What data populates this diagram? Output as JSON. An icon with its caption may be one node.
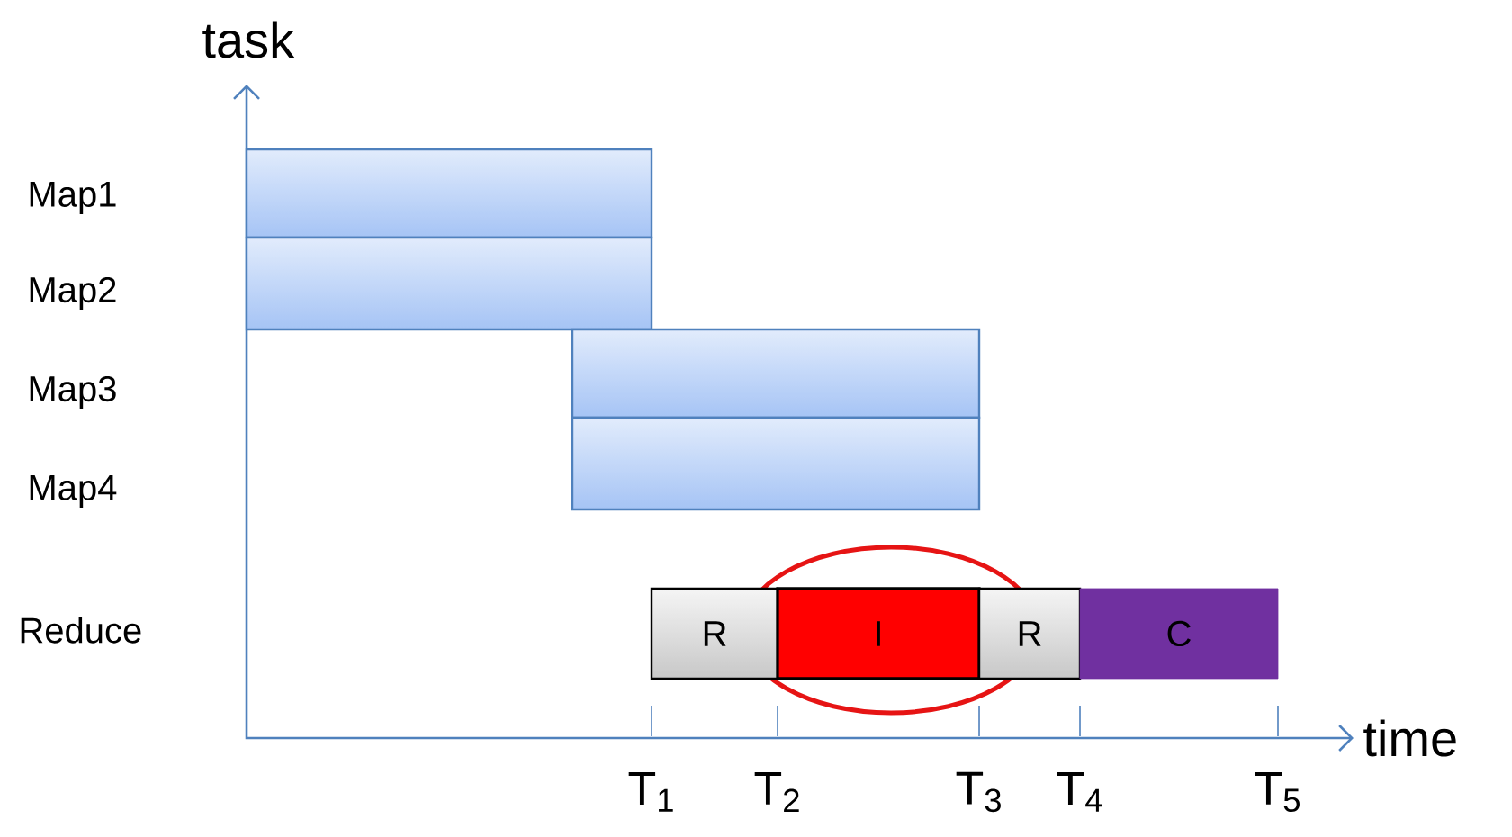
{
  "diagram": {
    "nodes": [
      {
        "text": [],
        "shape": "bar"
      },
      {
        "text": [],
        "shape": "bar"
      },
      {
        "text": [],
        "shape": "bar"
      },
      {
        "text": [],
        "shape": "bar"
      },
      {
        "text": [
          "R"
        ]
      },
      {
        "text": [
          "I"
        ]
      },
      {
        "text": [
          "R"
        ]
      },
      {
        "text": [
          "C"
        ]
      }
    ],
    "labels": [
      "task",
      "Map1",
      "Map2",
      "Map3",
      "Map4",
      "Reduce",
      "time",
      "T$_{1}$",
      "T$_{2}$",
      "T$_{3}$",
      "T$_{4}$",
      "T$_{5}$"
    ]
  }
}
